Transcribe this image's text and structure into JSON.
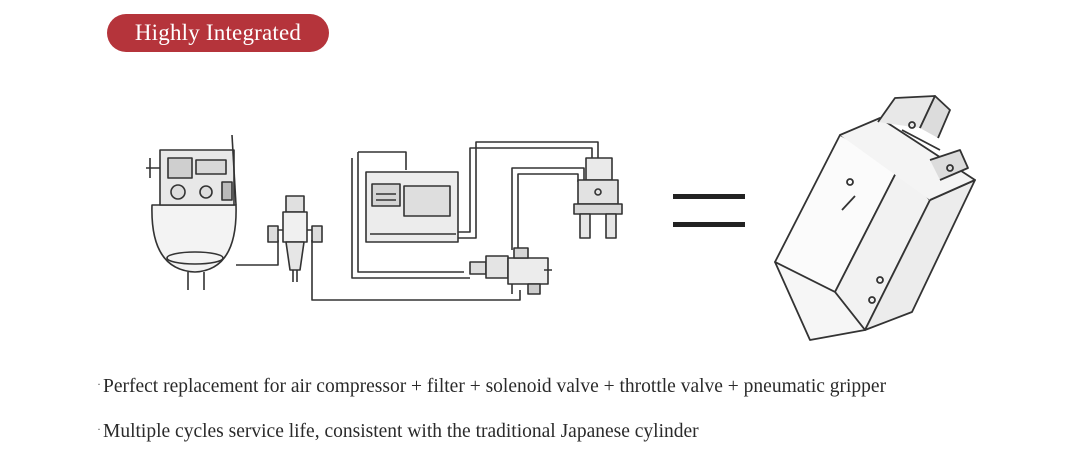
{
  "header": {
    "title": "Highly Integrated"
  },
  "diagram": {
    "components": [
      "air-compressor",
      "filter-regulator",
      "plc-controller",
      "solenoid-valve",
      "pneumatic-gripper",
      "equals-sign",
      "integrated-electric-gripper"
    ]
  },
  "features": [
    {
      "bullet": "·",
      "text": "Perfect replacement for air compressor + filter + solenoid valve + throttle valve + pneumatic gripper"
    },
    {
      "bullet": "·",
      "text": "Multiple cycles service life, consistent with the traditional Japanese cylinder"
    }
  ],
  "colors": {
    "accent": "#b5343b",
    "line": "#333333"
  }
}
